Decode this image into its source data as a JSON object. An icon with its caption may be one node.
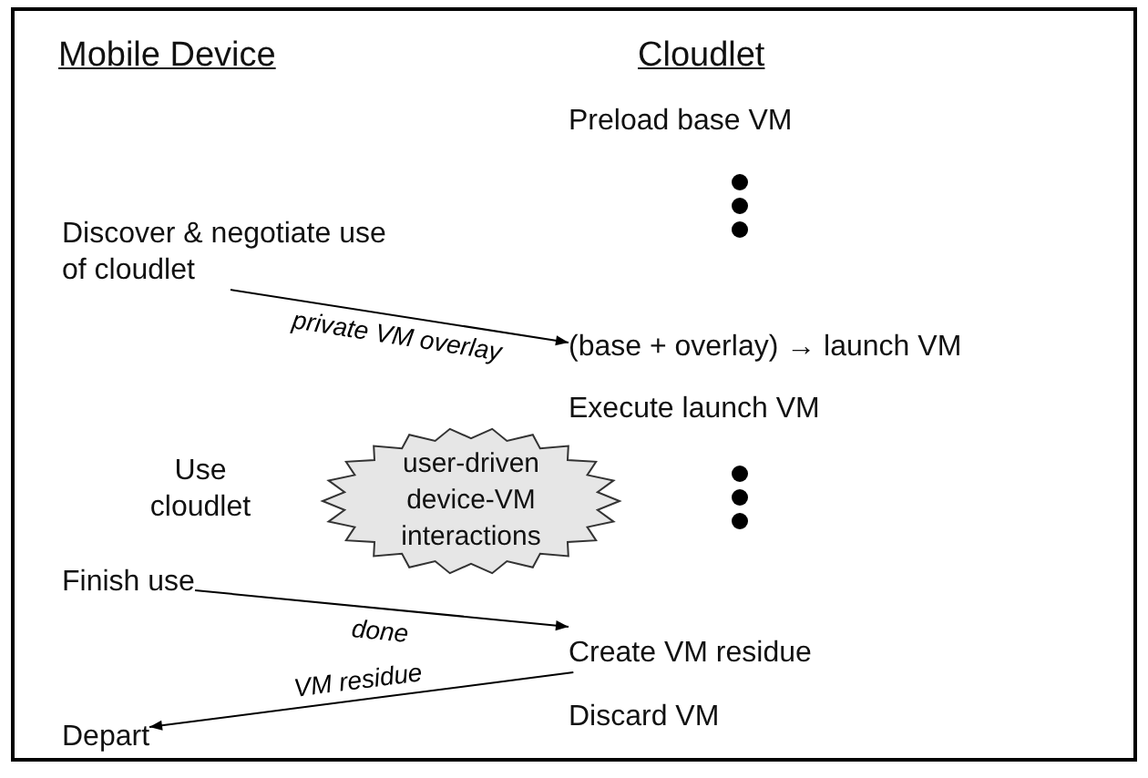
{
  "diagram": {
    "nodes": [
      {
        "text": [
          "Preload base VM"
        ]
      },
      {
        "text": [
          "Discover & negotiate use of cloudlet"
        ]
      },
      {
        "text": [
          "(base + overlay) → launch VM"
        ]
      },
      {
        "text": [
          "Execute launch VM"
        ]
      },
      {
        "text": [
          "Use cloudlet"
        ]
      },
      {
        "text": [
          "user-driven device-VM interactions"
        ]
      },
      {
        "text": [
          "Finish use"
        ]
      },
      {
        "text": [
          "Create VM residue"
        ]
      },
      {
        "text": [
          "Depart"
        ]
      },
      {
        "text": [
          "Discard VM"
        ]
      }
    ],
    "edges": [
      {
        "from": 1,
        "to": 2,
        "arrow": "to",
        "label": "private VM overlay"
      },
      {
        "from": 6,
        "to": 7,
        "arrow": "to",
        "label": "done"
      },
      {
        "from": 7,
        "to": 8,
        "arrow": "to",
        "label": "VM residue"
      }
    ],
    "labels": [
      "Mobile Device",
      "Cloudlet"
    ]
  }
}
